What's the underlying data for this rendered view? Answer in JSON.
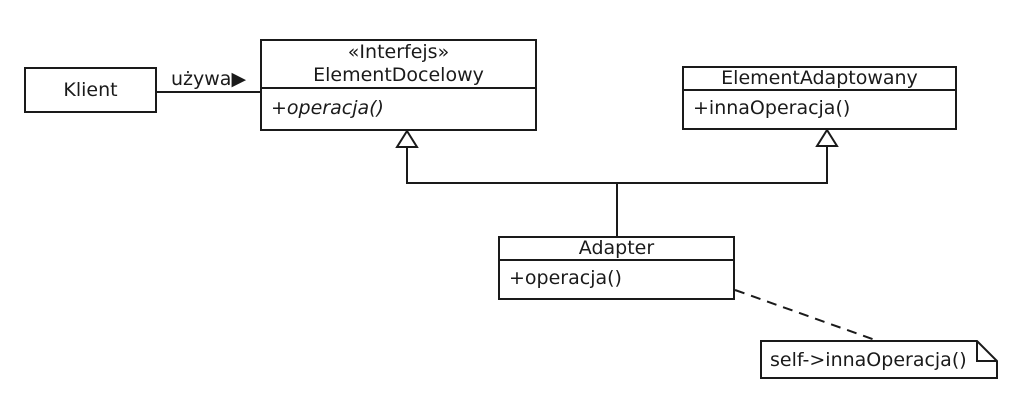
{
  "classes": {
    "klient": {
      "name": "Klient"
    },
    "element_docelowy": {
      "stereotype": "«Interfejs»",
      "name": "ElementDocelowy",
      "operation": "+operacja()"
    },
    "element_adaptowany": {
      "name": "ElementAdaptowany",
      "operation": "+innaOperacja()"
    },
    "adapter": {
      "name": "Adapter",
      "operation": "+operacja()"
    }
  },
  "associations": {
    "uses_label": "używa▶"
  },
  "note": {
    "text": "self->innaOperacja()"
  },
  "colors": {
    "line": "#1a1a1a",
    "fill": "#ffffff",
    "background": "#ffffff"
  }
}
